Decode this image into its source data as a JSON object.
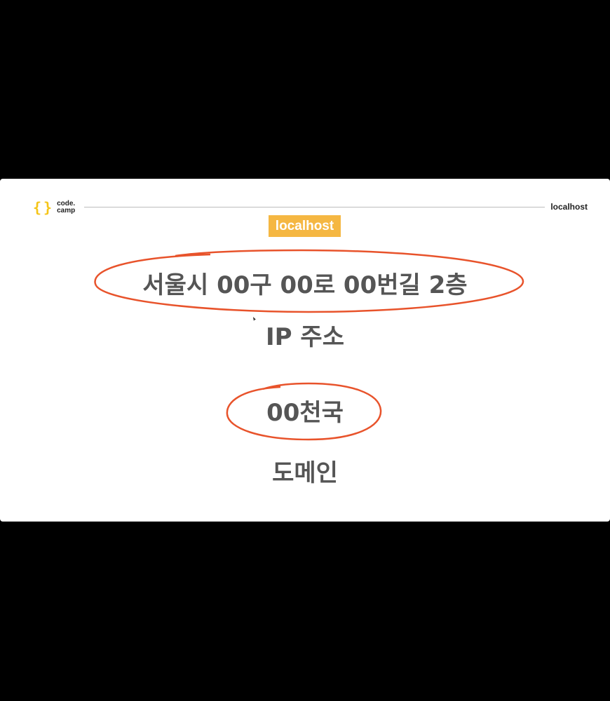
{
  "header": {
    "logo_line1": "code.",
    "logo_line2": "camp",
    "title": "localhost"
  },
  "main": {
    "tag": "localhost",
    "address": "서울시 00구 00로 00번길 2층",
    "ip_label": "IP 주소",
    "heaven": "00천국",
    "domain_label": "도메인"
  },
  "colors": {
    "brand_yellow": "#f5c518",
    "tag_bg": "#f5b742",
    "annotation_red": "#e8532b",
    "text_gray": "#555555"
  }
}
